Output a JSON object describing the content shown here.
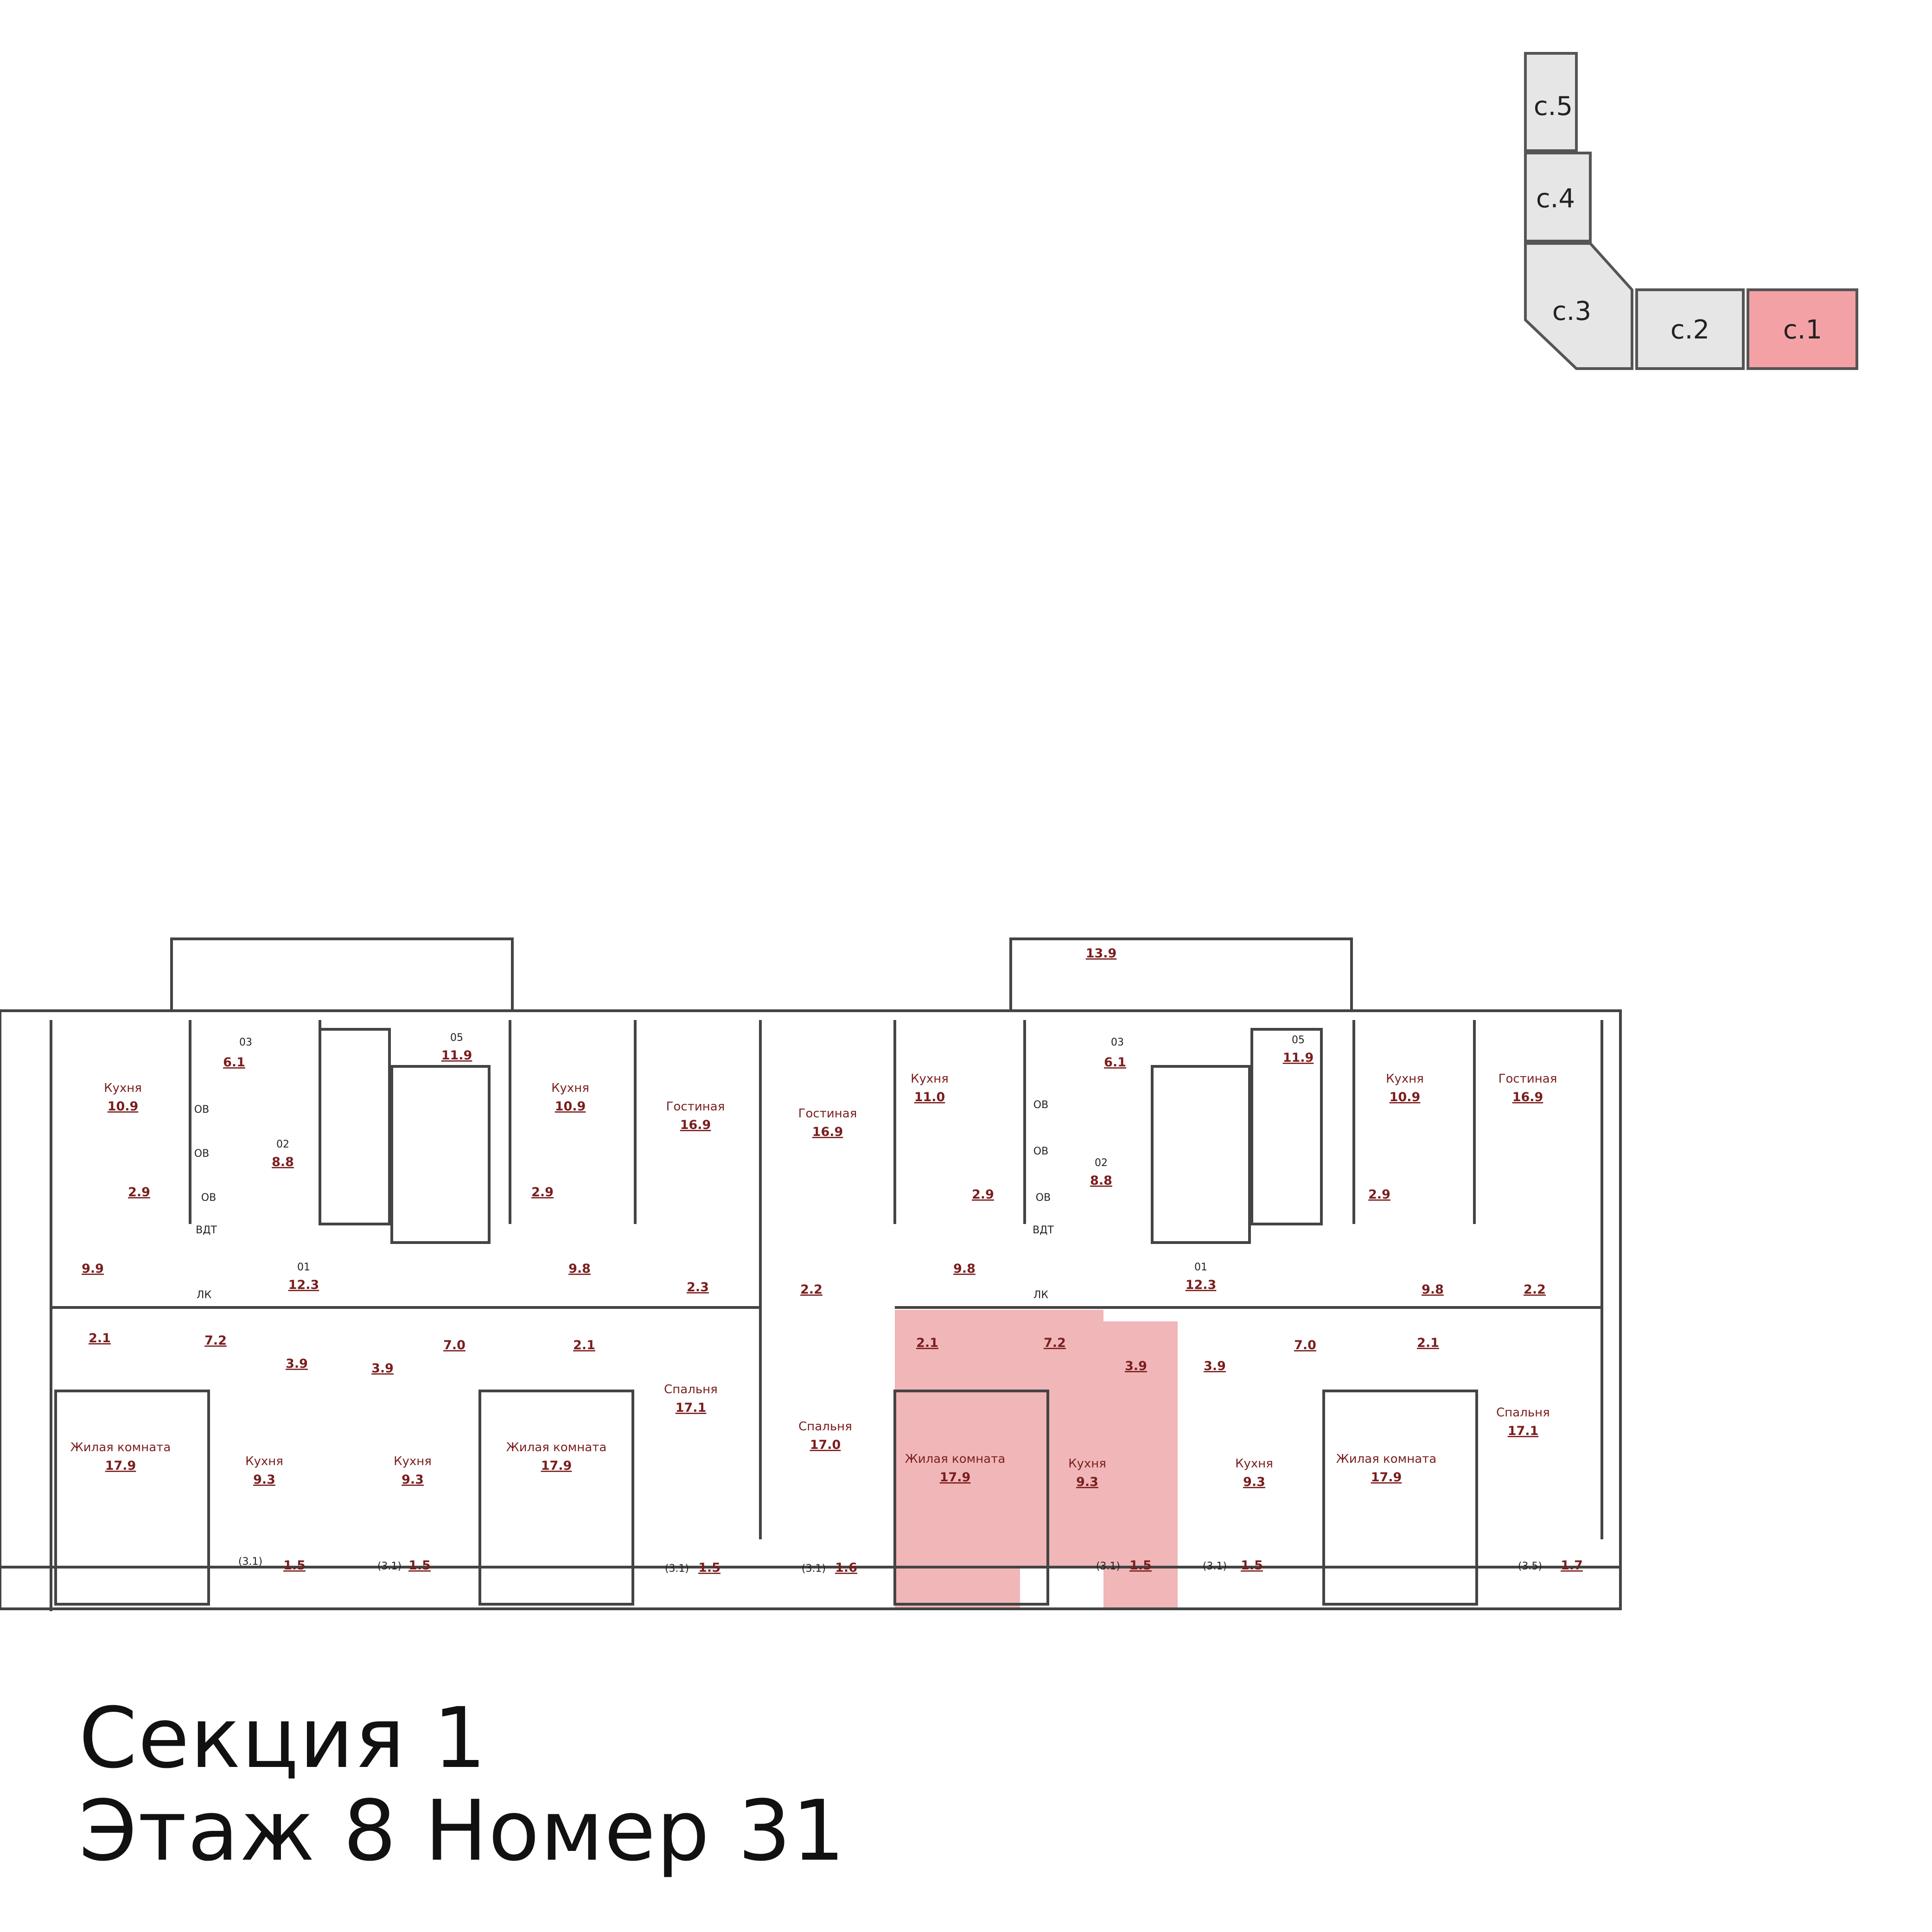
{
  "colors": {
    "highlight": "#f1b6b8",
    "selected_section": "#f4a1a6",
    "section": "#e6e6e6",
    "wall": "#444444",
    "room_text": "#7a1e1e"
  },
  "key_plan": {
    "sections": [
      {
        "label": "с.5",
        "selected": false
      },
      {
        "label": "с.4",
        "selected": false
      },
      {
        "label": "с.3",
        "selected": false
      },
      {
        "label": "с.2",
        "selected": false
      },
      {
        "label": "с.1",
        "selected": true
      }
    ]
  },
  "plan": {
    "rooms": [
      {
        "name": "Кухня",
        "area": "10.9"
      },
      {
        "name": "Кухня",
        "area": "10.9"
      },
      {
        "name": "Гостиная",
        "area": "16.9"
      },
      {
        "name": "Гостиная",
        "area": "16.9"
      },
      {
        "name": "Кухня",
        "area": "11.0"
      },
      {
        "name": "Кухня",
        "area": "10.9"
      },
      {
        "name": "Гостиная",
        "area": "16.9"
      },
      {
        "name": "Жилая комната",
        "area": "17.9"
      },
      {
        "name": "Кухня",
        "area": "9.3"
      },
      {
        "name": "Кухня",
        "area": "9.3"
      },
      {
        "name": "Жилая комната",
        "area": "17.9"
      },
      {
        "name": "Спальня",
        "area": "17.1"
      },
      {
        "name": "Спальня",
        "area": "17.0"
      },
      {
        "name": "Жилая комната",
        "area": "17.9"
      },
      {
        "name": "Кухня",
        "area": "9.3"
      },
      {
        "name": "Кухня",
        "area": "9.3"
      },
      {
        "name": "Жилая комната",
        "area": "17.9"
      },
      {
        "name": "Спальня",
        "area": "17.1"
      }
    ],
    "areas": [
      "6.1",
      "11.9",
      "8.8",
      "12.3",
      "9.9",
      "9.8",
      "2.9",
      "2.9",
      "2.3",
      "2.2",
      "7.2",
      "2.1",
      "3.9",
      "3.9",
      "7.0",
      "2.1",
      "13.9",
      "6.1",
      "11.9",
      "8.8",
      "12.3",
      "9.8",
      "9.8",
      "2.9",
      "2.9",
      "2.2",
      "2.1",
      "7.2",
      "3.9",
      "3.9",
      "7.0",
      "2.1"
    ],
    "balconies": [
      "(3.1)",
      "1.5",
      "(3.1)",
      "1.5",
      "(3.1)",
      "1.5",
      "(3.1)",
      "1.6",
      "(3.1)",
      "1.5",
      "(3.1)",
      "1.5",
      "(3.5)",
      "1.7"
    ],
    "tags": [
      "03",
      "05",
      "02",
      "01",
      "03",
      "05",
      "02",
      "01",
      "ОВ",
      "ОВ",
      "ОВ",
      "ВДТ",
      "ЛК",
      "ОВ",
      "ОВ",
      "ОВ",
      "ВДТ",
      "ЛК"
    ]
  },
  "caption": {
    "line1": "Секция 1",
    "line2": "Этаж 8 Номер 31"
  }
}
